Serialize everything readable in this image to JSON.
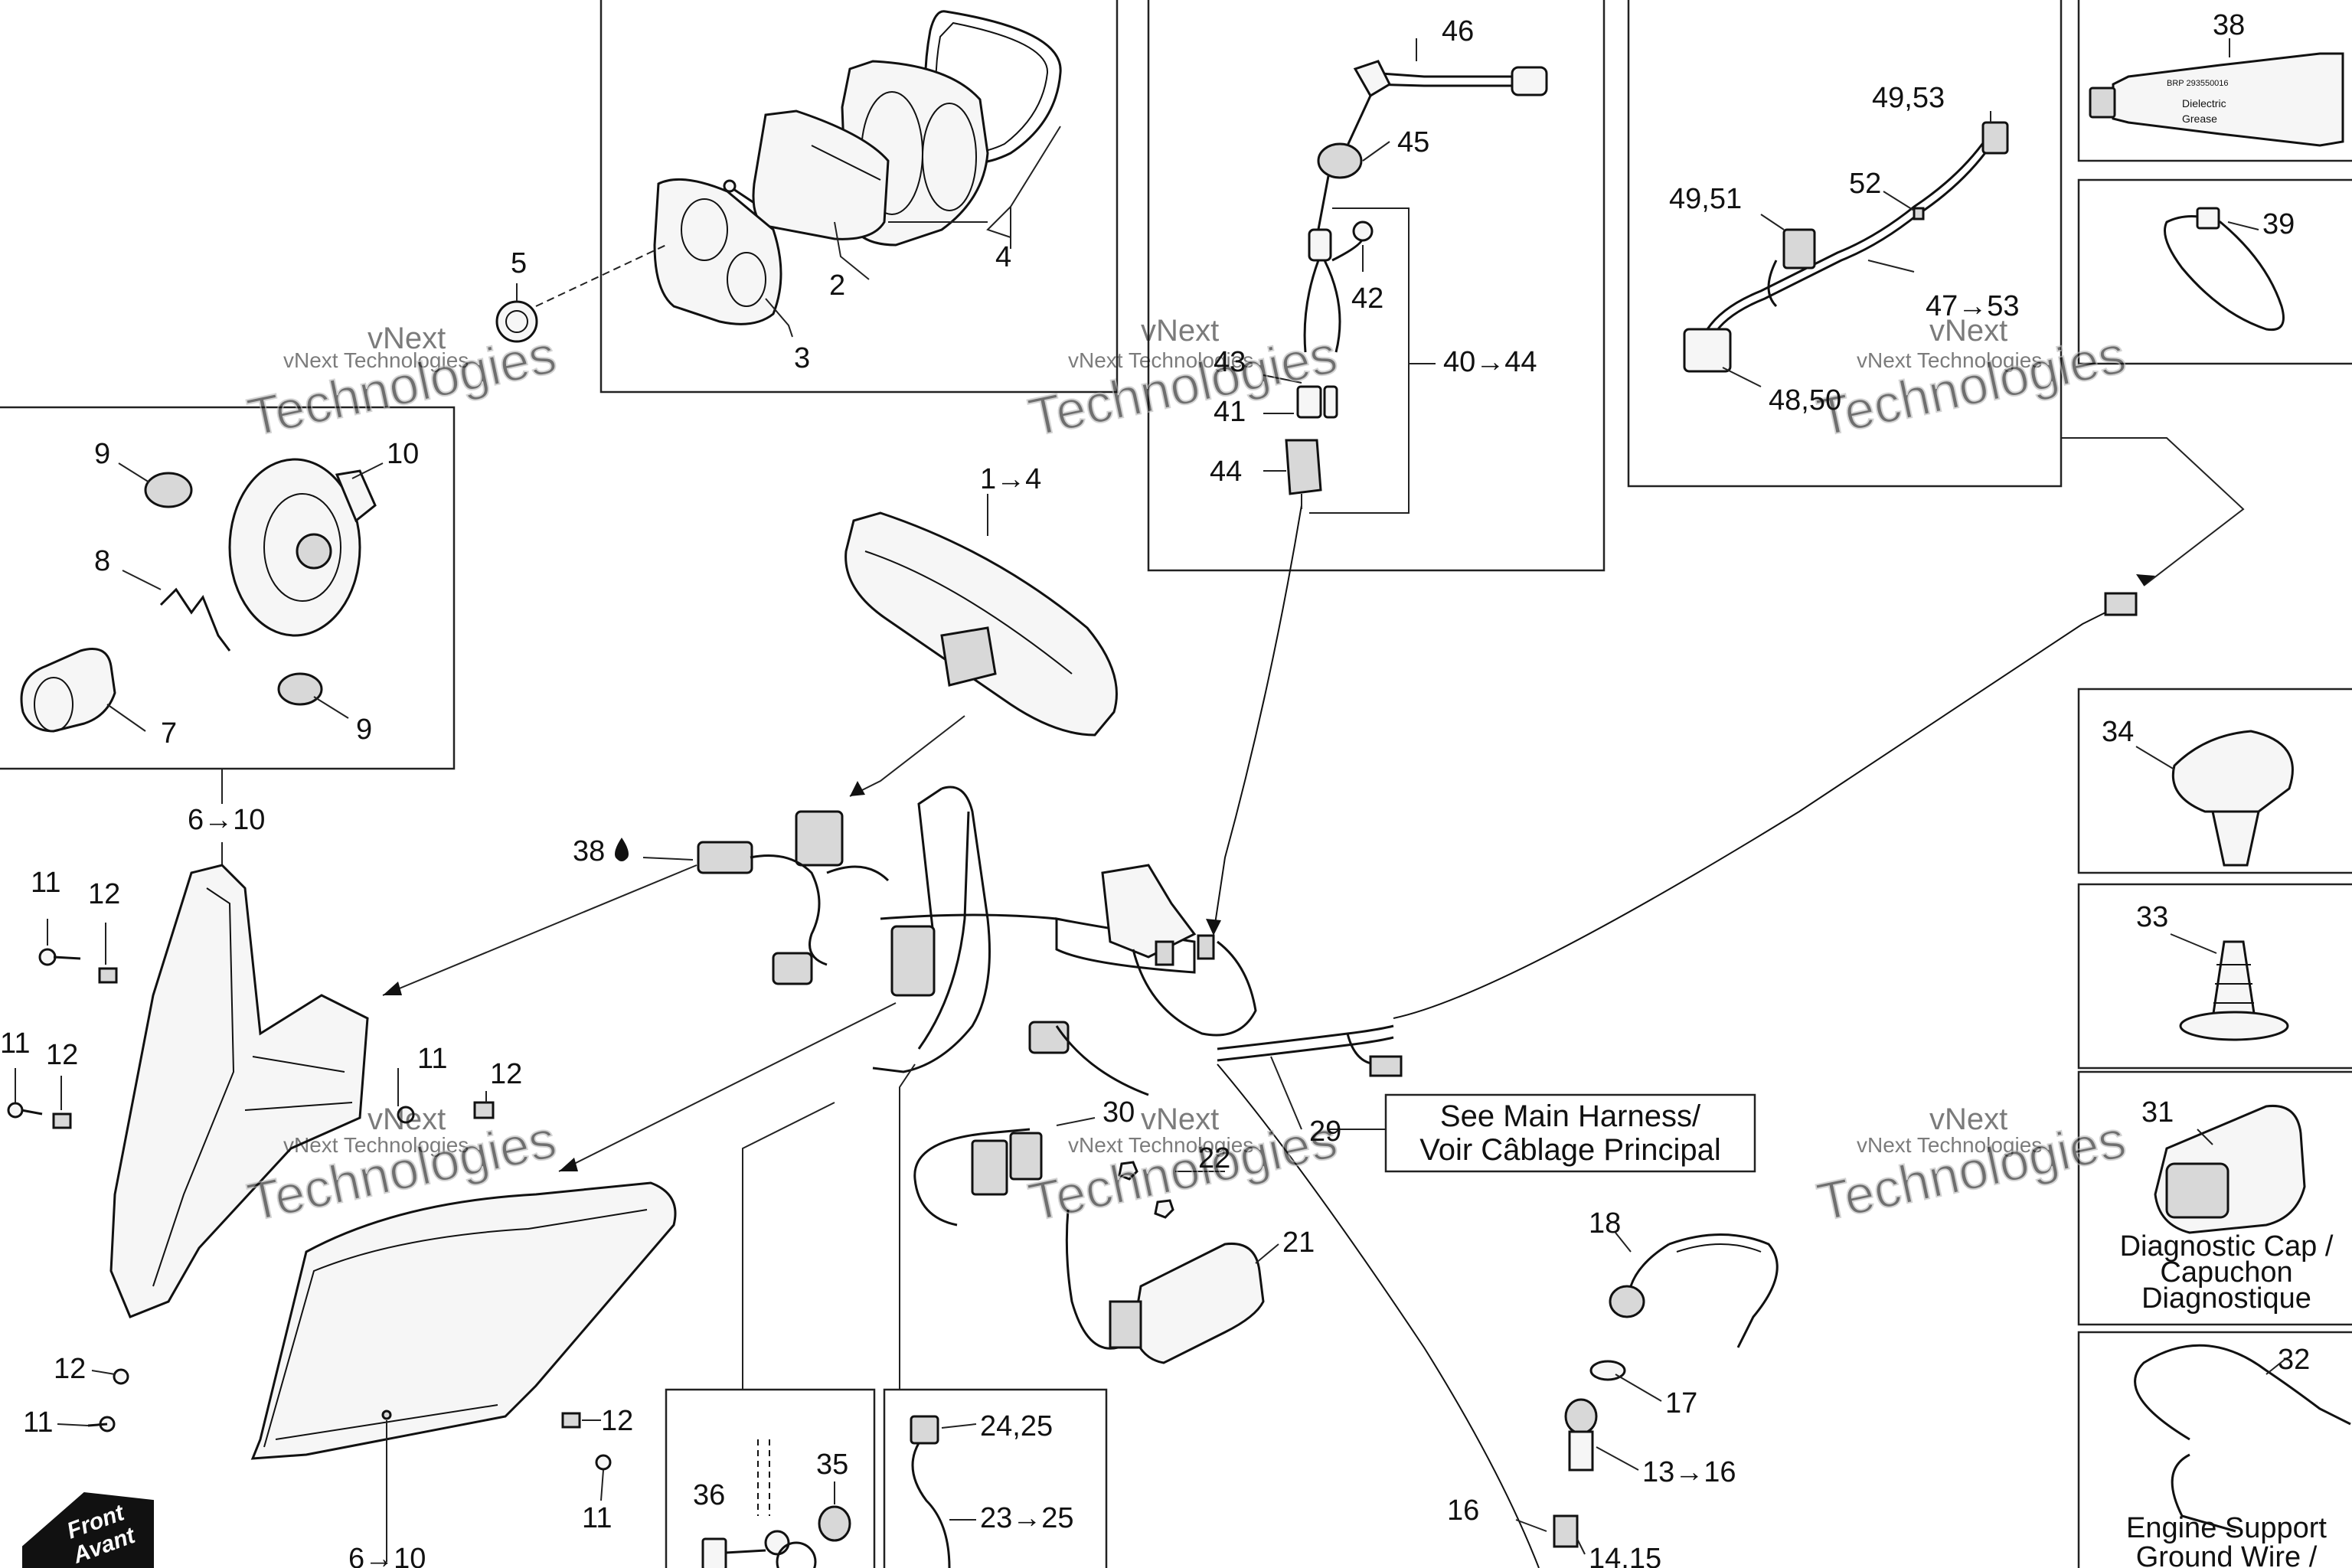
{
  "labels": {
    "l1_4": "1→4",
    "l2": "2",
    "l3": "3",
    "l4": "4",
    "l5": "5",
    "l6_10_top": "6→10",
    "l6_10_bottom": "6→10",
    "l7": "7",
    "l8": "8",
    "l9a": "9",
    "l9b": "9",
    "l10": "10",
    "l11a": "11",
    "l11b": "11",
    "l11c": "11",
    "l11d": "11",
    "l11e": "11",
    "l12a": "12",
    "l12b": "12",
    "l12c": "12",
    "l12d": "12",
    "l12e": "12",
    "l13_16": "13→16",
    "l14_15": "14,15",
    "l16": "16",
    "l17": "17",
    "l18": "18",
    "l21": "21",
    "l22": "22",
    "l23_25": "23→25",
    "l24_25": "24,25",
    "l29": "29",
    "l30": "30",
    "l31": "31",
    "l32": "32",
    "l33": "33",
    "l34": "34",
    "l35": "35",
    "l36": "36",
    "l38_top": "38",
    "l38_drop": "38",
    "l39": "39",
    "l40_44": "40→44",
    "l41": "41",
    "l42": "42",
    "l43": "43",
    "l44": "44",
    "l45": "45",
    "l46": "46",
    "l47_53": "47→53",
    "l48_50": "48,50",
    "l49_51": "49,51",
    "l49_53": "49,53",
    "l52": "52"
  },
  "callouts": {
    "main_harness_line1": "See Main Harness/",
    "main_harness_line2": "Voir Câblage Principal",
    "diagnostic_cap_line1": "Diagnostic Cap /",
    "diagnostic_cap_line2": "Capuchon",
    "diagnostic_cap_line3": "Diagnostique",
    "engine_support_line1": "Engine Support",
    "engine_support_line2": "Ground Wire /",
    "front_line1": "Front",
    "front_line2": "Avant"
  },
  "watermark": {
    "name_top": "vNext",
    "company": "vNext Technologies",
    "big": "Technologies"
  },
  "tube_text": {
    "line1": "BRP 293550016",
    "line2": "Dielectric",
    "line3": "Grease"
  }
}
